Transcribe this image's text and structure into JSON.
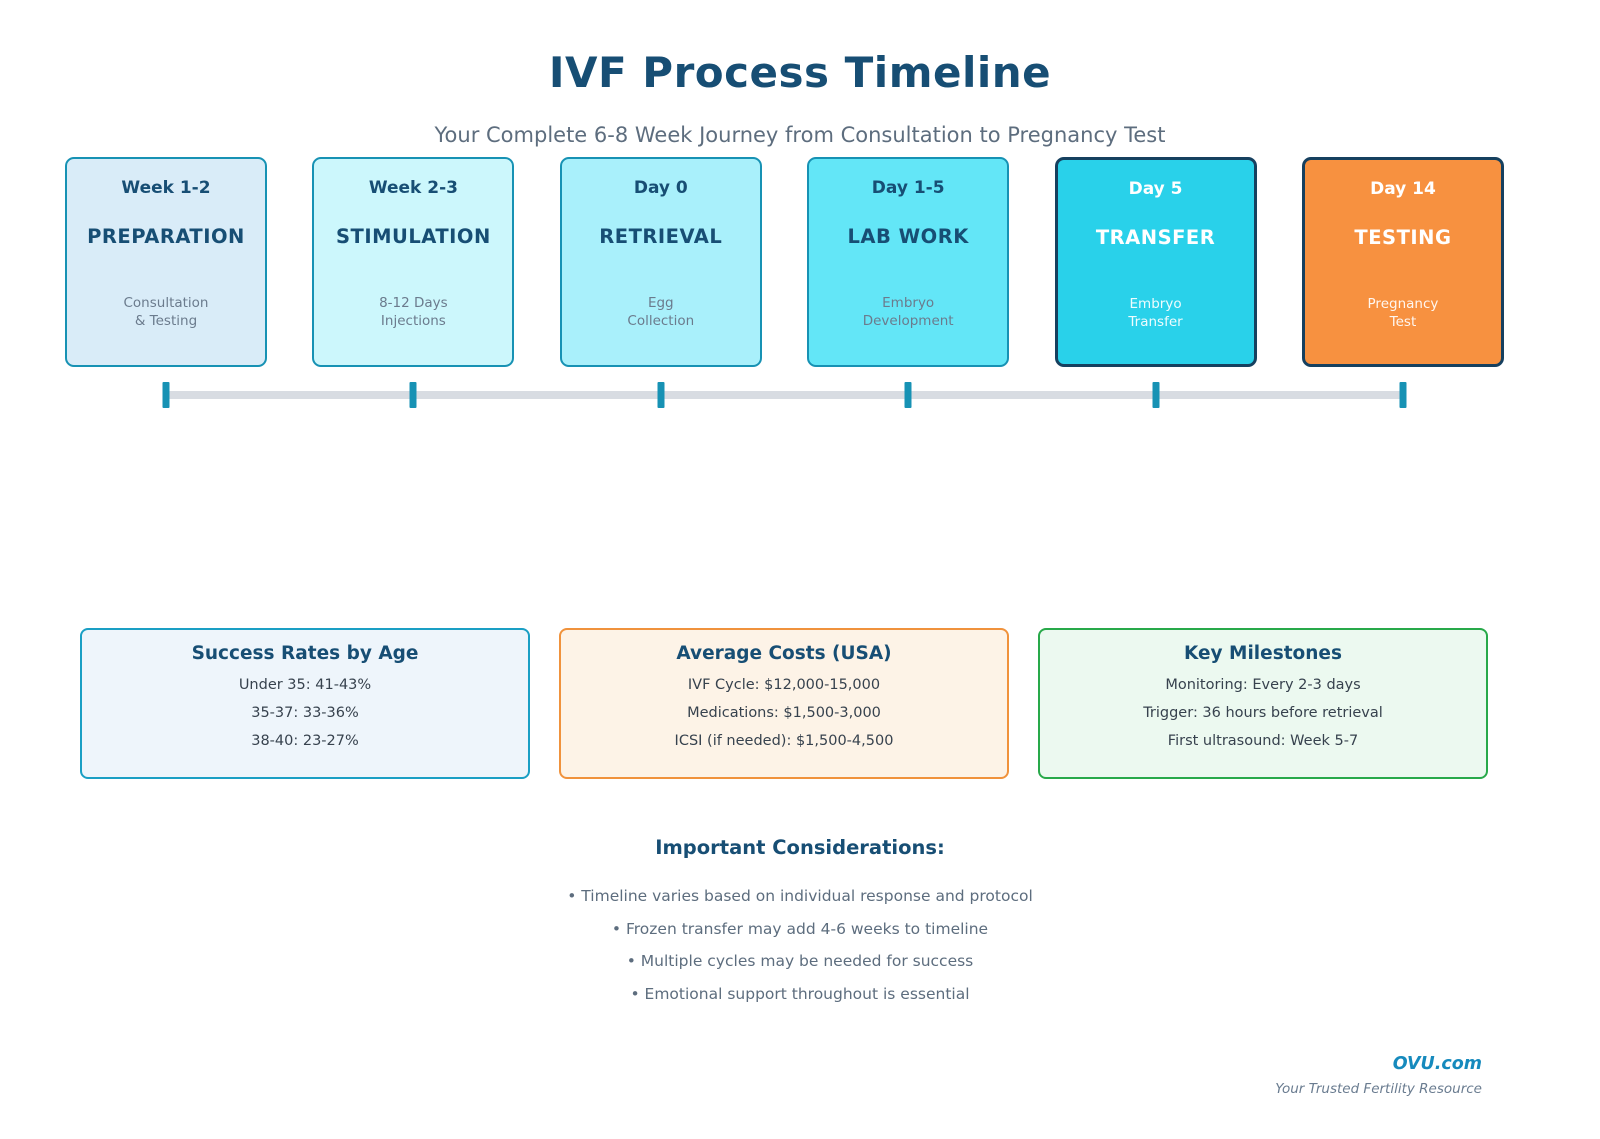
{
  "header": {
    "title": "IVF Process Timeline",
    "subtitle": "Your Complete 6-8 Week Journey from Consultation to Pregnancy Test"
  },
  "colors": {
    "title_navy": "#174e74",
    "muted_text": "#5d6d7e",
    "teal_border": "#1792b4",
    "dark_navy_border": "#16405f",
    "axis_bar": "#d8dce2",
    "axis_tick": "#1792b4",
    "brand_blue": "#168abd"
  },
  "timeline": {
    "stages": [
      {
        "period": "Week 1-2",
        "name": "PREPARATION",
        "detail": "Consultation\n& Testing",
        "bg": "#d9ecf8",
        "border": "#1792b4",
        "light_text": false
      },
      {
        "period": "Week 2-3",
        "name": "STIMULATION",
        "detail": "8-12 Days\nInjections",
        "bg": "#ccf7fc",
        "border": "#1792b4",
        "light_text": false
      },
      {
        "period": "Day 0",
        "name": "RETRIEVAL",
        "detail": "Egg\nCollection",
        "bg": "#a9f0fb",
        "border": "#1792b4",
        "light_text": false
      },
      {
        "period": "Day 1-5",
        "name": "LAB WORK",
        "detail": "Embryo\nDevelopment",
        "bg": "#63e6f7",
        "border": "#1792b4",
        "light_text": false
      },
      {
        "period": "Day 5",
        "name": "TRANSFER",
        "detail": "Embryo\nTransfer",
        "bg": "#29d1ea",
        "border": "#16405f",
        "light_text": true
      },
      {
        "period": "Day 14",
        "name": "TESTING",
        "detail": "Pregnancy\nTest",
        "bg": "#f79140",
        "border": "#16405f",
        "light_text": true
      }
    ],
    "tick_positions_pct": [
      0,
      20,
      40,
      60,
      80,
      100
    ]
  },
  "info_boxes": [
    {
      "title": "Success Rates by Age",
      "items": [
        "Under 35: 41-43%",
        "35-37: 33-36%",
        "38-40: 23-27%"
      ],
      "bg": "#eef5fb",
      "border": "#1a9fc4"
    },
    {
      "title": "Average Costs (USA)",
      "items": [
        "IVF Cycle: $12,000-15,000",
        "Medications: $1,500-3,000",
        "ICSI (if needed): $1,500-4,500"
      ],
      "bg": "#fdf3e7",
      "border": "#f0923c"
    },
    {
      "title": "Key Milestones",
      "items": [
        "Monitoring: Every 2-3 days",
        "Trigger: 36 hours before retrieval",
        "First ultrasound: Week 5-7"
      ],
      "bg": "#ecf9f0",
      "border": "#28a94a"
    }
  ],
  "considerations": {
    "title": "Important Considerations:",
    "items": [
      "Timeline varies based on individual response and protocol",
      "Frozen transfer may add 4-6 weeks to timeline",
      "Multiple cycles may be needed for success",
      "Emotional support throughout is essential"
    ]
  },
  "footer": {
    "brand": "OVU.com",
    "tagline": "Your Trusted Fertility Resource"
  }
}
